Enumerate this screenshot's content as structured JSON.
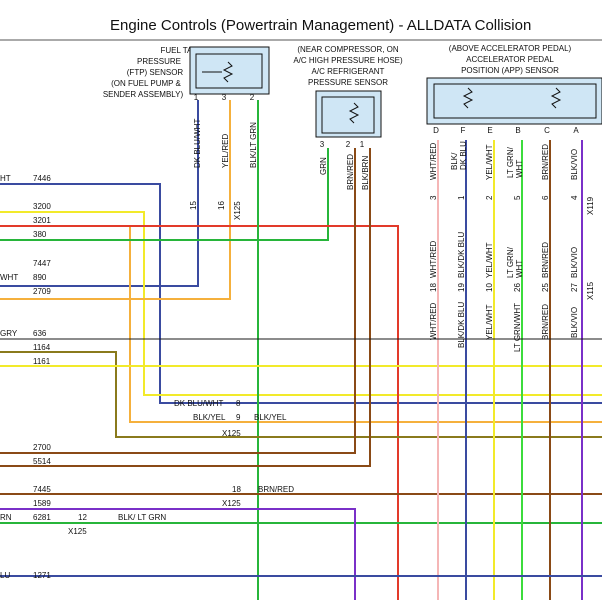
{
  "header": {
    "title": "Engine Controls (Powertrain Management) - ALLDATA Collision"
  },
  "components": {
    "ftp": {
      "lines": [
        "FUEL TANK",
        "PRESSURE",
        "(FTP) SENSOR",
        "(ON FUEL PUMP &",
        "SENDER ASSEMBLY)"
      ],
      "pins": [
        "1",
        "3",
        "2"
      ]
    },
    "ac": {
      "lines": [
        "(NEAR COMPRESSOR, ON",
        "A/C HIGH PRESSURE HOSE)",
        "A/C REFRIGERANT",
        "PRESSURE SENSOR"
      ],
      "pins": [
        "3",
        "2",
        "1"
      ]
    },
    "app": {
      "lines": [
        "(ABOVE ACCELERATOR PEDAL)",
        "ACCELERATOR PEDAL",
        "POSITION (APP) SENSOR"
      ],
      "pins": [
        "D",
        "F",
        "E",
        "B",
        "C",
        "A"
      ]
    }
  },
  "wire_labels": {
    "ftp": [
      "DK BLU/WHT",
      "YEL/RED",
      "BLK/LT GRN"
    ],
    "ac": [
      "GRN",
      "BRN/RED",
      "BLK/BRN"
    ],
    "app_top": [
      "WHT/RED",
      "BLK/",
      "DK BLU",
      "YEL/WHT",
      "LT GRN/",
      "WHT",
      "BRN/RED",
      "BLK/VIO"
    ],
    "app_mid": [
      "WHT/RED",
      "BLK/DK BLU",
      "YEL/WHT",
      "LT GRN/",
      "WHT",
      "BRN/RED",
      "BLK/VIO"
    ],
    "app_bot": [
      "WHT/RED",
      "BLK/DK BLU",
      "YEL/WHT",
      "LT GRN/WHT",
      "BRN/RED",
      "BLK/VIO"
    ]
  },
  "connectors": {
    "ftp_pins": [
      "15",
      "16"
    ],
    "ftp_name": "X125",
    "app_top_pins": [
      "3",
      "1",
      "2",
      "5",
      "6",
      "4"
    ],
    "app_top_name": "X119",
    "app_bot_pins": [
      "18",
      "19",
      "10",
      "26",
      "25",
      "27"
    ],
    "app_bot_name": "X115",
    "mid_pins": [
      "8",
      "9"
    ],
    "mid_labels": [
      "DK BLU/WHT",
      "BLK/YEL",
      "BLK/YEL"
    ],
    "mid_name": "X125",
    "brn_pin": "18",
    "brn_label": "BRN/RED",
    "brn_name": "X125",
    "grn_pin": "12",
    "grn_label": "BLK/ LT GRN",
    "grn_name": "X125"
  },
  "left_labels": [
    "HT",
    "WHT",
    "GRY",
    "RN",
    "LU"
  ],
  "circuits": [
    "7446",
    "3200",
    "3201",
    "380",
    "7447",
    "890",
    "2709",
    "636",
    "1164",
    "1161",
    "2700",
    "5514",
    "7445",
    "1589",
    "6281",
    "1271"
  ],
  "colors": {
    "dkblu": "#3a4ba0",
    "yellow": "#f2ea2a",
    "orange": "#f5b03c",
    "red": "#e23a2a",
    "green": "#27b53a",
    "brown": "#8a4a16",
    "olive": "#8a7a1c",
    "purple": "#7a30c8",
    "pink": "#f5b6b6",
    "ltgreen": "#3cdc3c",
    "black": "#1a1a1a"
  }
}
